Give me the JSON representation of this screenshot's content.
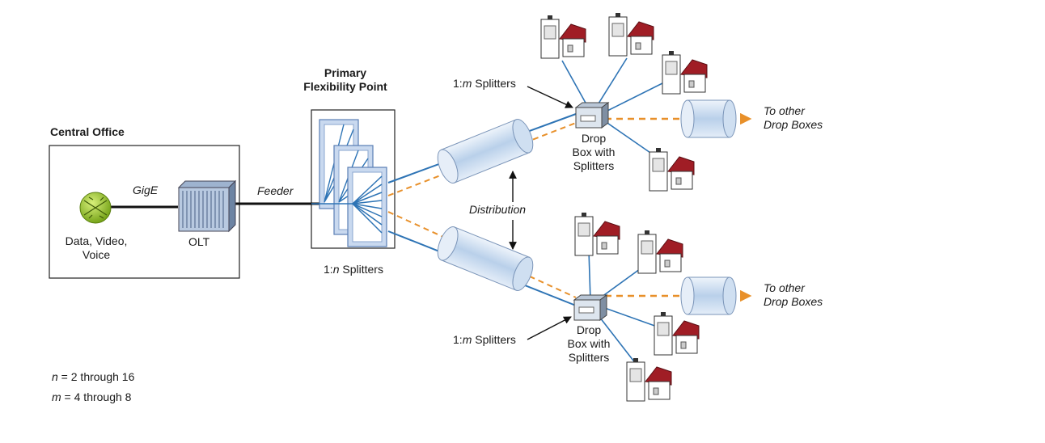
{
  "central_office": {
    "title": "Central Office",
    "source_label_lines": [
      "Data, Video,",
      "Voice"
    ],
    "link_label": "GigE",
    "olt_label": "OLT"
  },
  "feeder_label": "Feeder",
  "primary_flex": {
    "title_lines": [
      "Primary",
      "Flexibility Point"
    ],
    "splitter_label": {
      "ratio": "1:",
      "var": "n",
      "suffix": " Splitters"
    }
  },
  "distribution_label": "Distribution",
  "drop_box_label_lines": [
    "Drop",
    "Box with",
    "Splitters"
  ],
  "secondary_splitter_label": {
    "ratio": "1:",
    "var": "m",
    "suffix": " Splitters"
  },
  "to_other_lines": [
    "To other",
    "Drop Boxes"
  ],
  "legend": [
    {
      "var": "n",
      "text": " = 2 through 16"
    },
    {
      "var": "m",
      "text": " = 4 through 8"
    }
  ],
  "colors": {
    "fiber": "#2e74b5",
    "dashed": "#e8902a",
    "splitter_fill": "#c9d9ef",
    "house_roof": "#a01d25",
    "source_green": "#9acb2b"
  },
  "icons": [
    "globe-router-icon",
    "olt-rack-icon",
    "splitter-panel-icon",
    "fiber-cable-icon",
    "drop-box-icon",
    "home-ont-icon"
  ]
}
